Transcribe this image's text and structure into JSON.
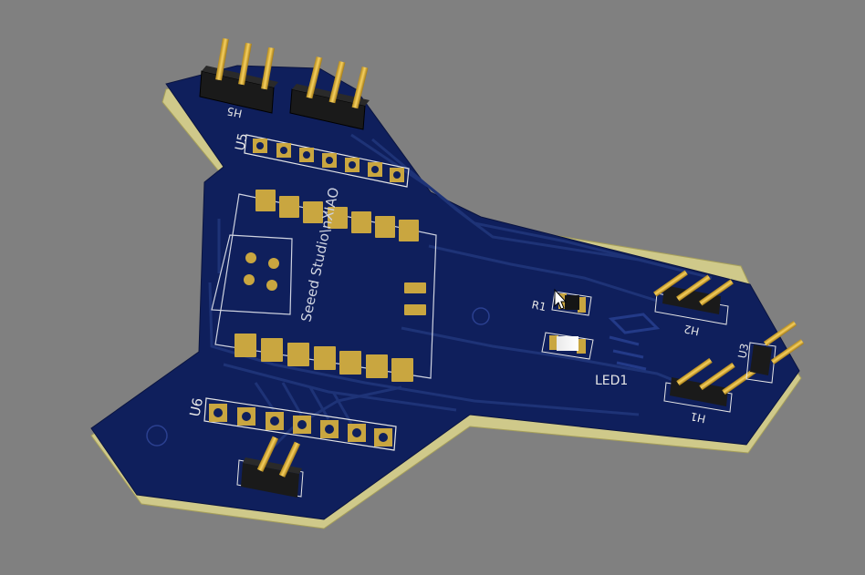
{
  "viewer": {
    "background_color": "#808080"
  },
  "board": {
    "solder_mask_color": "#0f1f5c",
    "substrate_color": "#cfc98a",
    "pad_color": "#c9a640",
    "pin_color": "#f0c040",
    "header_body_color": "#1a1a1a",
    "silkscreen_color": "#e6e6e6"
  },
  "labels": {
    "h5": "H5",
    "u5": "U5",
    "u6": "U6",
    "module": "Seeed Studio\\nXIAO",
    "r1": "R1",
    "led1": "LED1",
    "h2": "H2",
    "h1": "H1",
    "u3": "U3"
  },
  "cursor": {
    "icon": "arrow-cursor-icon"
  }
}
